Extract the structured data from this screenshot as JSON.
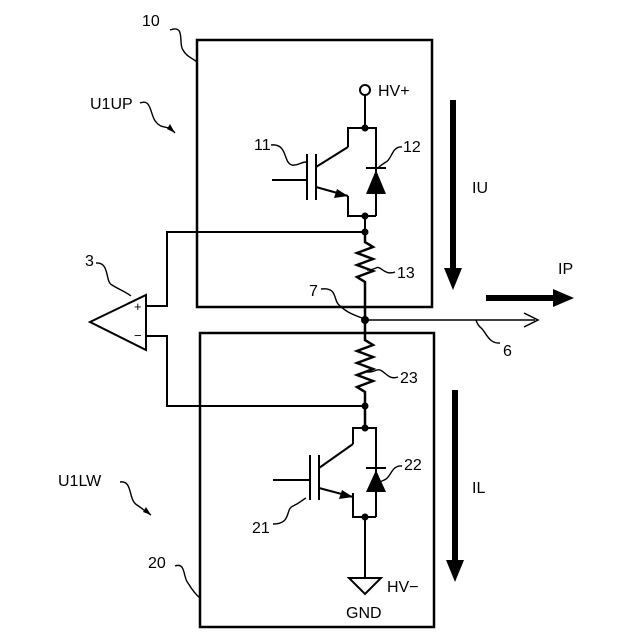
{
  "labels": {
    "module_upper_ref": "10",
    "module_upper_name": "U1UP",
    "hv_plus": "HV+",
    "upper_switch_ref": "11",
    "upper_diode_ref": "12",
    "upper_resistor_ref": "13",
    "upper_current": "IU",
    "amp_ref": "3",
    "amp_plus": "+",
    "amp_minus": "−",
    "node_ref": "7",
    "output_line_ref": "6",
    "output_current": "IP",
    "lower_resistor_ref": "23",
    "module_lower_name": "U1LW",
    "lower_diode_ref": "22",
    "lower_switch_ref": "21",
    "lower_current": "IL",
    "module_lower_ref": "20",
    "hv_minus": "HV−",
    "gnd": "GND"
  }
}
